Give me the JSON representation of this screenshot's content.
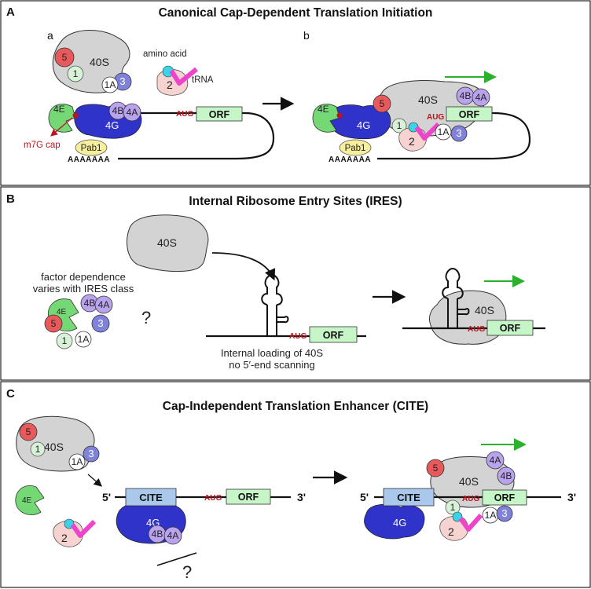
{
  "panels": {
    "a": {
      "letter": "A",
      "title": "Canonical Cap-Dependent Translation Initiation",
      "sub_a": "a",
      "sub_b": "b"
    },
    "b": {
      "letter": "B",
      "title": "Internal Ribosome Entry Sites (IRES)"
    },
    "c": {
      "letter": "C",
      "title": "Cap-Independent Translation Enhancer (CITE)"
    }
  },
  "labels": {
    "ribosome": "40S",
    "orf": "ORF",
    "aug": "AUG",
    "cite": "CITE",
    "five_prime": "5'",
    "three_prime": "3'",
    "amino_acid": "amino acid",
    "trna": "tRNA",
    "cap": "m7G cap",
    "pab1": "Pab1",
    "polya": "AAAAAAA",
    "question": "?",
    "factor_line1": "factor dependence",
    "factor_line2": "varies with IRES class",
    "internal_line1": "Internal loading of 40S",
    "internal_line2": "no 5′-end scanning"
  },
  "factors": {
    "f5": "5",
    "f1": "1",
    "f1a": "1A",
    "f3": "3",
    "f2": "2",
    "f4e": "4E",
    "f4g": "4G",
    "f4b": "4B",
    "f4a": "4A"
  },
  "colors": {
    "ribosome": "#d3d3d3",
    "eif5": "#e8595b",
    "eif1": "#d8f2d8",
    "eif3": "#7f82db",
    "eif4e": "#74d874",
    "eif4g": "#2f33c9",
    "eif4b_4a": "#b9a3ec",
    "pab1": "#f7ef9c",
    "eif2": "#f6d3d0",
    "trna": "#ee44cc",
    "amino_acid": "#39d4e8",
    "orf_box": "#c6f5c8",
    "cite_box": "#a9c8ec",
    "aug": "#c0121b",
    "arrow_green": "#2cb12c"
  }
}
